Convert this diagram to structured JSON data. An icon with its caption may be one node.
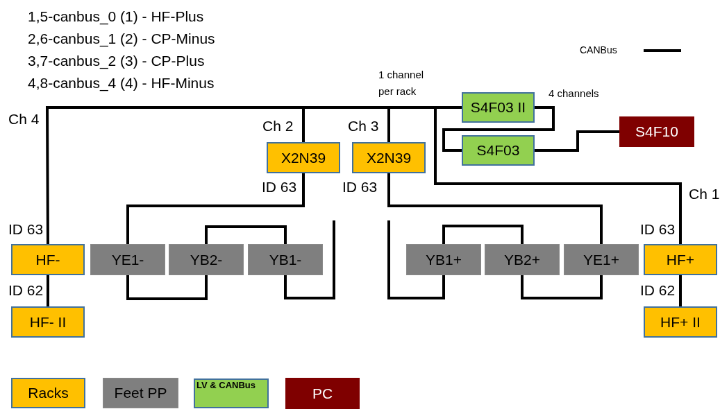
{
  "diagram": {
    "nodes": [
      {
        "text": [
          "S4F03 II"
        ]
      },
      {
        "text": [
          "X2N39"
        ],
        "beside": [
          "ID 63"
        ]
      },
      {
        "text": [
          "X2N39"
        ],
        "beside": [
          "ID 63"
        ]
      },
      {
        "text": [
          "S4F03"
        ]
      },
      {
        "text": [
          "S4F10"
        ]
      },
      {
        "text": [
          "HF-"
        ],
        "beside": [
          "ID 63"
        ]
      },
      {
        "text": [
          "YE1-"
        ]
      },
      {
        "text": [
          "YB2-"
        ]
      },
      {
        "text": [
          "YB1-"
        ]
      },
      {
        "text": [
          "YB1+"
        ]
      },
      {
        "text": [
          "YB2+"
        ]
      },
      {
        "text": [
          "YE1+"
        ]
      },
      {
        "text": [
          "HF+"
        ],
        "beside": [
          "ID 63"
        ]
      },
      {
        "text": [
          "HF- II"
        ],
        "beside": [
          "ID 62"
        ]
      },
      {
        "text": [
          "HF+ II"
        ],
        "beside": [
          "ID 62"
        ]
      }
    ],
    "edges": [
      {
        "from": 0,
        "to": 5,
        "arrow": "none",
        "label": "Ch 4"
      },
      {
        "from": 0,
        "to": 1,
        "arrow": "none",
        "label": "Ch 2"
      },
      {
        "from": 0,
        "to": 2,
        "arrow": "none",
        "label": "Ch 3"
      },
      {
        "from": 0,
        "to": 12,
        "arrow": "none",
        "label": "Ch 1"
      },
      {
        "from": 0,
        "to": 3,
        "arrow": "none"
      },
      {
        "from": 3,
        "to": 4,
        "arrow": "none"
      },
      {
        "from": 1,
        "to": 6,
        "arrow": "none"
      },
      {
        "from": 6,
        "to": 7,
        "arrow": "none"
      },
      {
        "from": 7,
        "to": 8,
        "arrow": "none"
      },
      {
        "from": 8,
        "to": null,
        "arrow": "none"
      },
      {
        "from": 2,
        "to": 11,
        "arrow": "none"
      },
      {
        "from": 11,
        "to": 10,
        "arrow": "none"
      },
      {
        "from": 10,
        "to": 9,
        "arrow": "none"
      },
      {
        "from": 9,
        "to": null,
        "arrow": "none"
      },
      {
        "from": 5,
        "to": 13,
        "arrow": "none"
      },
      {
        "from": 12,
        "to": 14,
        "arrow": "none"
      }
    ],
    "labels": [
      "1,5-canbus_0 (1) - HF-Plus",
      "2,6-canbus_1 (2) - CP-Minus",
      "3,7-canbus_2 (3) - CP-Plus",
      "4,8-canbus_4 (4) - HF-Minus",
      "1 channel per rack",
      "4 channels"
    ],
    "legend": [
      {
        "text": "CANBus"
      },
      {
        "text": "Racks",
        "color": "#ffc000"
      },
      {
        "text": "Feet PP",
        "color": "#7f7f7f"
      },
      {
        "text": "LV & CANBus",
        "color": "#92d050"
      },
      {
        "text": "PC",
        "color": "#7f0000"
      }
    ]
  }
}
